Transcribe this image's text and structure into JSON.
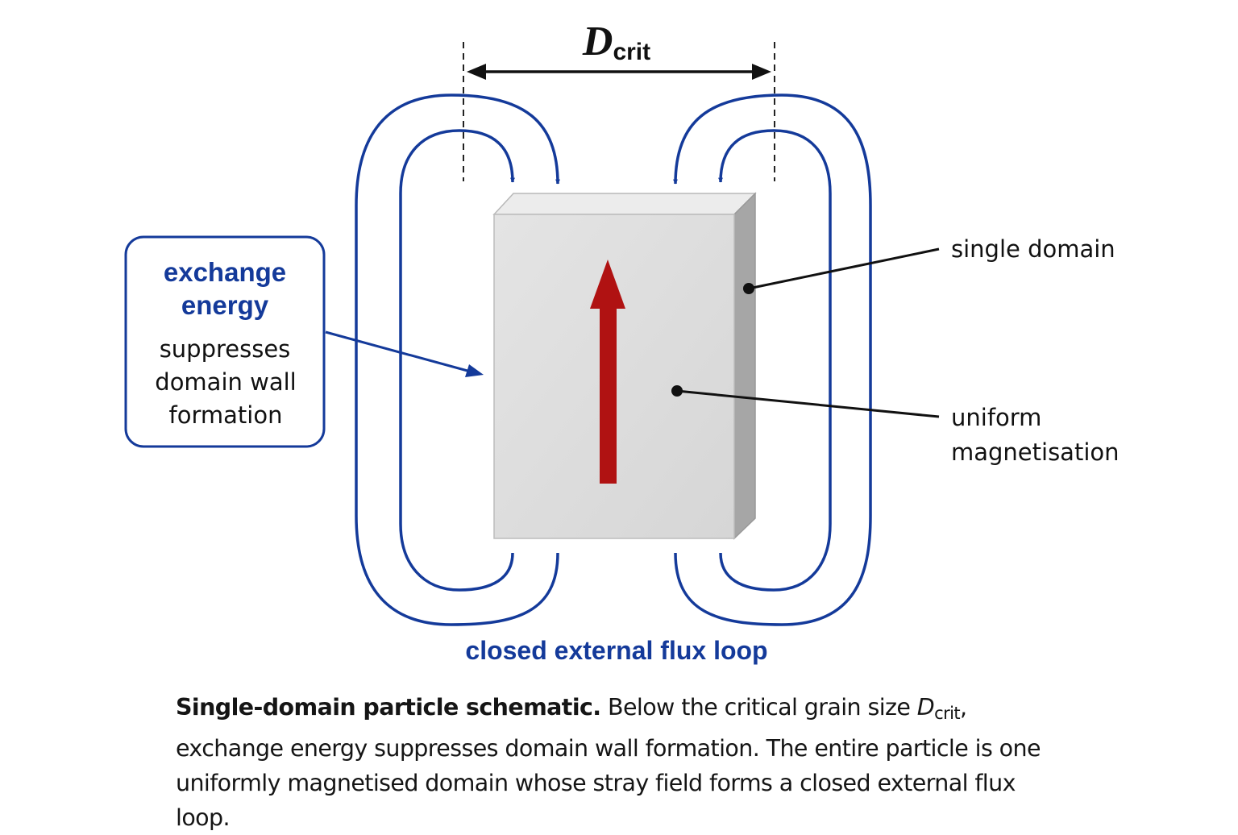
{
  "dimension": {
    "symbol": "D",
    "subscript": "crit"
  },
  "callout": {
    "title_line1": "exchange",
    "title_line2": "energy",
    "body_line1": "suppresses",
    "body_line2": "domain wall",
    "body_line3": "formation"
  },
  "labels": {
    "single_domain": "single domain",
    "uniform_line1": "uniform",
    "uniform_line2": "magnetisation",
    "flux_loop": "closed external flux loop"
  },
  "caption": {
    "bold_lead": "Single-domain particle schematic.",
    "text_before_symbol": " Below the critical grain size ",
    "symbol": "D",
    "subscript": "crit",
    "text_after_symbol": ", exchange energy suppresses domain wall formation. The entire particle is one uniformly magnetised domain whose stray field forms a closed external flux loop."
  },
  "colors": {
    "flux_lines": "#143a9a",
    "magnetisation_arrow": "#b01212",
    "particle_face": "#dcdcdc",
    "particle_side": "#a6a6a6",
    "particle_top": "#ececec"
  }
}
